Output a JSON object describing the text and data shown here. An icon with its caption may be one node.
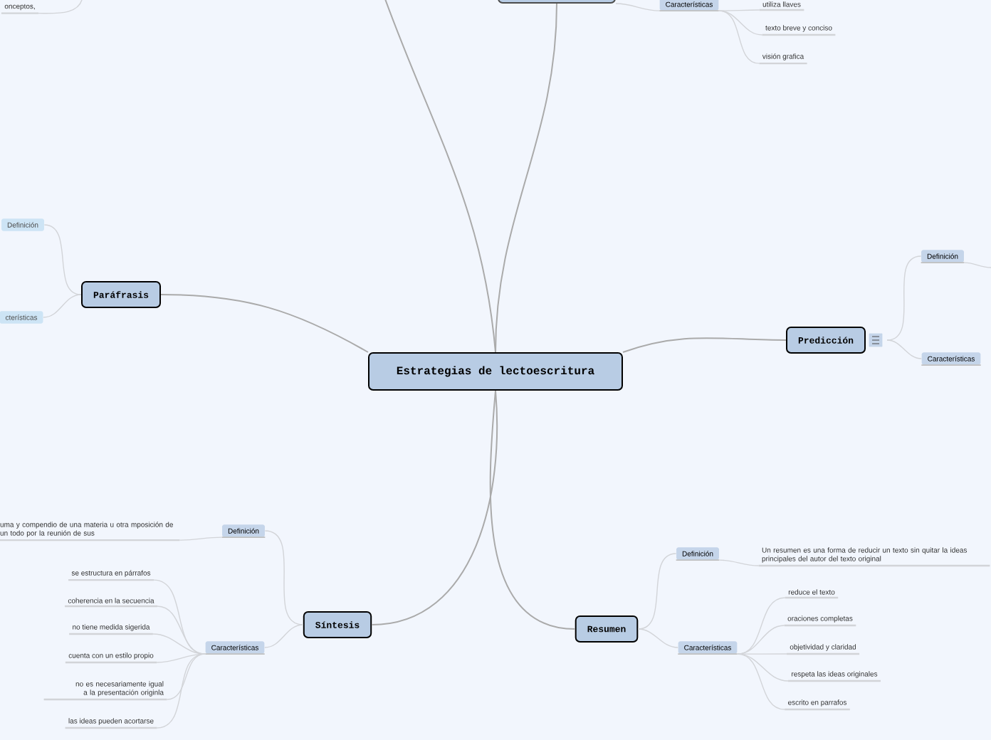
{
  "diagram": {
    "nodes": [
      {
        "text": [
          "Estrategias de lectoescritura"
        ]
      },
      {
        "text": [],
        "shape": "box"
      },
      {
        "text": [
          "Paráfrasis"
        ]
      },
      {
        "text": [
          "Definición"
        ]
      },
      {
        "text": [
          "cterísticas"
        ]
      },
      {
        "text": [
          "Predicción"
        ]
      },
      {
        "text": [
          "Definición"
        ]
      },
      {
        "text": [
          "Características"
        ]
      },
      {
        "text": [
          "Síntesis"
        ]
      },
      {
        "text": [
          "Definición"
        ]
      },
      {
        "text": [
          "Características"
        ]
      },
      {
        "text": [
          "se estructura en párrafos"
        ]
      },
      {
        "text": [
          "coherencia en la secuencia"
        ]
      },
      {
        "text": [
          "no tiene medida sigerida"
        ]
      },
      {
        "text": [
          "cuenta con un estilo propio"
        ]
      },
      {
        "text": [
          "no es necesariamente igual a la presentación originla"
        ]
      },
      {
        "text": [
          "las ideas pueden acortarse"
        ]
      },
      {
        "text": [
          "uma y compendio de una materia u otra mposición de un todo por la reunión de sus"
        ]
      },
      {
        "text": [
          "Resumen"
        ]
      },
      {
        "text": [
          "Definición"
        ]
      },
      {
        "text": [
          "Características"
        ]
      },
      {
        "text": [
          "Un resumen es una forma de reducir un texto sin quitar la ideas principales del autor del texto original"
        ]
      },
      {
        "text": [
          "reduce el texto"
        ]
      },
      {
        "text": [
          "oraciones completas"
        ]
      },
      {
        "text": [
          "objetividad y claridad"
        ]
      },
      {
        "text": [
          "respeta las ideas originales"
        ]
      },
      {
        "text": [
          "escrito en parrafos"
        ]
      },
      {
        "text": [
          "Características"
        ]
      },
      {
        "text": [
          "utiliza llaves"
        ]
      },
      {
        "text": [
          "texto breve y conciso"
        ]
      },
      {
        "text": [
          "visión grafica"
        ]
      },
      {
        "text": [
          "onceptos,"
        ]
      }
    ],
    "edges": [
      {
        "from": 0,
        "to": 1,
        "arrow": "none"
      },
      {
        "from": 0,
        "to": null,
        "arrow": "none"
      },
      {
        "from": 0,
        "to": 2,
        "arrow": "none"
      },
      {
        "from": 0,
        "to": 5,
        "arrow": "none"
      },
      {
        "from": 0,
        "to": 8,
        "arrow": "none"
      },
      {
        "from": 0,
        "to": 18,
        "arrow": "none"
      },
      {
        "from": 2,
        "to": 3,
        "arrow": "none"
      },
      {
        "from": 2,
        "to": 4,
        "arrow": "none"
      },
      {
        "from": 5,
        "to": 6,
        "arrow": "none"
      },
      {
        "from": 5,
        "to": 7,
        "arrow": "none"
      },
      {
        "from": 6,
        "to": null,
        "arrow": "none"
      },
      {
        "from": 8,
        "to": 9,
        "arrow": "none"
      },
      {
        "from": 8,
        "to": 10,
        "arrow": "none"
      },
      {
        "from": 9,
        "to": 17,
        "arrow": "none"
      },
      {
        "from": 10,
        "to": 11,
        "arrow": "none"
      },
      {
        "from": 10,
        "to": 12,
        "arrow": "none"
      },
      {
        "from": 10,
        "to": 13,
        "arrow": "none"
      },
      {
        "from": 10,
        "to": 14,
        "arrow": "none"
      },
      {
        "from": 10,
        "to": 15,
        "arrow": "none"
      },
      {
        "from": 10,
        "to": 16,
        "arrow": "none"
      },
      {
        "from": 18,
        "to": 19,
        "arrow": "none"
      },
      {
        "from": 18,
        "to": 20,
        "arrow": "none"
      },
      {
        "from": 19,
        "to": 21,
        "arrow": "none"
      },
      {
        "from": 20,
        "to": 22,
        "arrow": "none"
      },
      {
        "from": 20,
        "to": 23,
        "arrow": "none"
      },
      {
        "from": 20,
        "to": 24,
        "arrow": "none"
      },
      {
        "from": 20,
        "to": 25,
        "arrow": "none"
      },
      {
        "from": 20,
        "to": 26,
        "arrow": "none"
      },
      {
        "from": 1,
        "to": 27,
        "arrow": "none"
      },
      {
        "from": 27,
        "to": 28,
        "arrow": "none"
      },
      {
        "from": 27,
        "to": 29,
        "arrow": "none"
      },
      {
        "from": 27,
        "to": 30,
        "arrow": "none"
      },
      {
        "from": 31,
        "to": null,
        "arrow": "none"
      }
    ]
  }
}
